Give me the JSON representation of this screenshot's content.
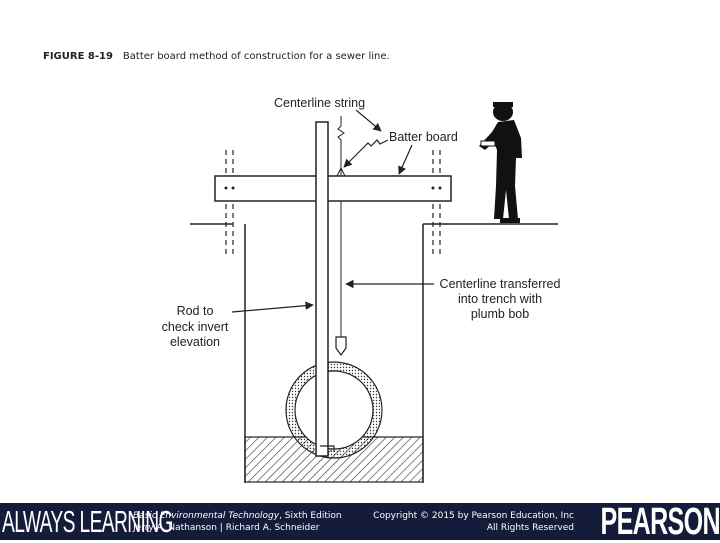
{
  "caption": {
    "figure_number": "FIGURE 8-19",
    "text": "Batter board method of construction for a sewer line."
  },
  "labels": {
    "centerline_string": "Centerline string",
    "batter_board": "Batter board",
    "centerline_transferred_line1": "Centerline transferred",
    "centerline_transferred_line2": "into trench with",
    "centerline_transferred_line3": "plumb bob",
    "rod_line1": "Rod to",
    "rod_line2": "check invert",
    "rod_line3": "elevation"
  },
  "footer": {
    "brand_left": "ALWAYS LEARNING",
    "book_title": "Basic Environmental Technology",
    "book_edition": ", Sixth Edition",
    "book_authors": "Jerry A. Nathanson | Richard A. Schneider",
    "copyright_line1": "Copyright © 2015 by Pearson Education, Inc",
    "copyright_line2": "All Rights Reserved",
    "brand_right": "PEARSON"
  },
  "colors": {
    "footer_bg": "#141c3a",
    "line": "#222222"
  }
}
